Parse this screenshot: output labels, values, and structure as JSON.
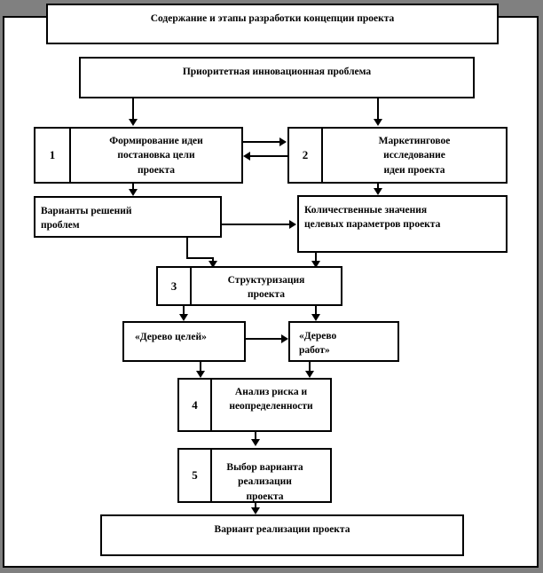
{
  "document": {
    "title": "Содержание и этапы разработки концепции проекта",
    "background_color": "#808080",
    "page_color": "#ffffff",
    "line_color": "#000000"
  },
  "diagram": {
    "type": "flowchart",
    "title_box": "Содержание и этапы разработки концепции проекта",
    "nodes": [
      {
        "id": "n0",
        "number": "",
        "label": "Приоритетная инновационная проблема"
      },
      {
        "id": "n1",
        "number": "1",
        "label": "Формирование идеи\nпостановка цели\nпроекта",
        "line1": "Формирование идеи",
        "line2": "постановка цели",
        "line3": "проекта"
      },
      {
        "id": "n2",
        "number": "2",
        "label": "Маркетинговое\nисследование\nидеи проекта",
        "line1": "Маркетинговое",
        "line2": "исследование",
        "line3": "идеи проекта"
      },
      {
        "id": "n3",
        "number": "",
        "label": "Варианты решений\nпроблем",
        "line1": "Варианты решений",
        "line2": "проблем"
      },
      {
        "id": "n4",
        "number": "",
        "label": "Количественные значения\nцелевых параметров проекта",
        "line1": "Количественные значения",
        "line2": "целевых параметров проекта"
      },
      {
        "id": "n5",
        "number": "3",
        "label": "Структуризация\nпроекта",
        "line1": "Структуризация",
        "line2": "проекта"
      },
      {
        "id": "n6",
        "number": "",
        "label": "«Дерево целей»"
      },
      {
        "id": "n7",
        "number": "",
        "label": "«Дерево\nработ»",
        "line1": "«Дерево",
        "line2": "работ»"
      },
      {
        "id": "n8",
        "number": "4",
        "label": "Анализ риска и\nнеопределенности",
        "line1": "Анализ риска и",
        "line2": "неопределенности"
      },
      {
        "id": "n9",
        "number": "5",
        "label": "Выбор варианта\nреализации\nпроекта",
        "line1": "Выбор варианта",
        "line2": "реализации",
        "line3": "проекта"
      },
      {
        "id": "n10",
        "number": "",
        "label": "Вариант реализации проекта"
      }
    ],
    "edges": [
      {
        "from": "n0",
        "to": "n1",
        "direction": "down"
      },
      {
        "from": "n0",
        "to": "n2",
        "direction": "down"
      },
      {
        "from": "n1",
        "to": "n2",
        "direction": "right"
      },
      {
        "from": "n2",
        "to": "n1",
        "direction": "left"
      },
      {
        "from": "n1",
        "to": "n3",
        "direction": "down"
      },
      {
        "from": "n2",
        "to": "n4",
        "direction": "down"
      },
      {
        "from": "n3",
        "to": "n4",
        "direction": "right"
      },
      {
        "from": "n3",
        "to": "n5",
        "direction": "down"
      },
      {
        "from": "n4",
        "to": "n5",
        "direction": "down"
      },
      {
        "from": "n5",
        "to": "n6",
        "direction": "down"
      },
      {
        "from": "n5",
        "to": "n7",
        "direction": "down"
      },
      {
        "from": "n6",
        "to": "n7",
        "direction": "right"
      },
      {
        "from": "n6",
        "to": "n8",
        "direction": "down"
      },
      {
        "from": "n7",
        "to": "n8",
        "direction": "down"
      },
      {
        "from": "n8",
        "to": "n9",
        "direction": "down"
      },
      {
        "from": "n9",
        "to": "n10",
        "direction": "down"
      }
    ]
  }
}
